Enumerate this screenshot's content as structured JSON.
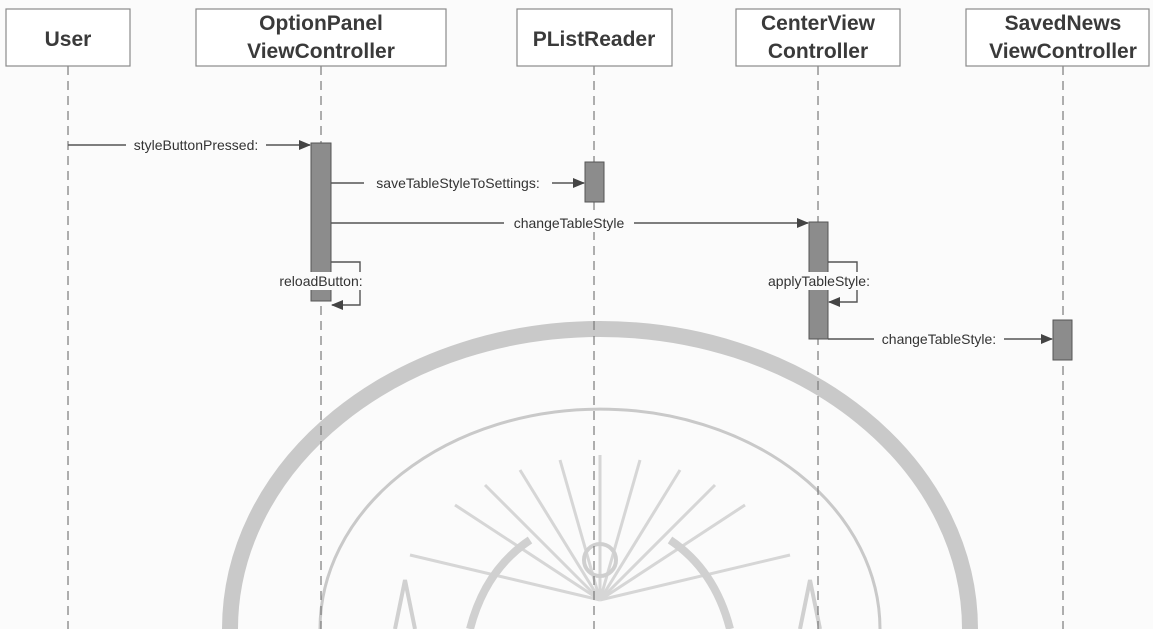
{
  "diagram": {
    "participants": [
      {
        "id": "user",
        "lines": [
          "User"
        ]
      },
      {
        "id": "optionpanel",
        "lines": [
          "OptionPanel",
          "ViewController"
        ]
      },
      {
        "id": "plistreader",
        "lines": [
          "PListReader"
        ]
      },
      {
        "id": "centerview",
        "lines": [
          "CenterView",
          "Controller"
        ]
      },
      {
        "id": "savednews",
        "lines": [
          "SavedNews",
          "ViewController"
        ]
      }
    ],
    "messages": [
      {
        "id": "m1",
        "label": "styleButtonPressed:",
        "from": "user",
        "to": "optionpanel"
      },
      {
        "id": "m2",
        "label": "saveTableStyleToSettings:",
        "from": "optionpanel",
        "to": "plistreader"
      },
      {
        "id": "m3",
        "label": "changeTableStyle",
        "from": "optionpanel",
        "to": "centerview"
      },
      {
        "id": "m4",
        "label": "reloadButton:",
        "from": "optionpanel",
        "to": "optionpanel"
      },
      {
        "id": "m5",
        "label": "applyTableStyle:",
        "from": "centerview",
        "to": "centerview"
      },
      {
        "id": "m6",
        "label": "changeTableStyle:",
        "from": "centerview",
        "to": "savednews"
      }
    ]
  },
  "colors": {
    "background": "#fbfbfb",
    "activation": "#8c8c8c",
    "watermark": "#c9c9c9"
  }
}
